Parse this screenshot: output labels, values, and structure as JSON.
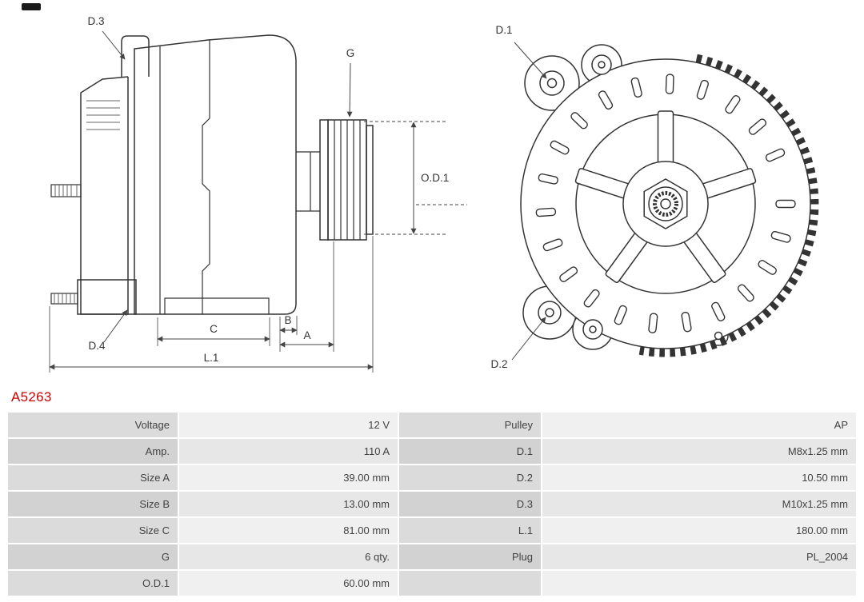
{
  "part_number": "A5263",
  "colors": {
    "part_number": "#cc0000",
    "label_bg": "#dbdbdb",
    "label_bg_alt": "#d2d2d2",
    "value_bg": "#f0f0f0",
    "value_bg_alt": "#e7e7e7",
    "line": "#333333"
  },
  "diagram": {
    "side_view": {
      "labels": {
        "d3": "D.3",
        "d4": "D.4",
        "g": "G",
        "od1": "O.D.1",
        "a": "A",
        "b": "B",
        "c": "C",
        "l1": "L.1"
      }
    },
    "front_view": {
      "labels": {
        "d1": "D.1",
        "d2": "D.2"
      }
    }
  },
  "spec_table": {
    "rows": [
      {
        "label_left": "Voltage",
        "value_left": "12 V",
        "label_right": "Pulley",
        "value_right": "AP"
      },
      {
        "label_left": "Amp.",
        "value_left": "110 A",
        "label_right": "D.1",
        "value_right": "M8x1.25 mm"
      },
      {
        "label_left": "Size A",
        "value_left": "39.00 mm",
        "label_right": "D.2",
        "value_right": "10.50 mm"
      },
      {
        "label_left": "Size B",
        "value_left": "13.00 mm",
        "label_right": "D.3",
        "value_right": "M10x1.25 mm"
      },
      {
        "label_left": "Size C",
        "value_left": "81.00 mm",
        "label_right": "L.1",
        "value_right": "180.00 mm"
      },
      {
        "label_left": "G",
        "value_left": "6 qty.",
        "label_right": "Plug",
        "value_right": "PL_2004"
      },
      {
        "label_left": "O.D.1",
        "value_left": "60.00 mm",
        "label_right": "",
        "value_right": ""
      }
    ]
  }
}
